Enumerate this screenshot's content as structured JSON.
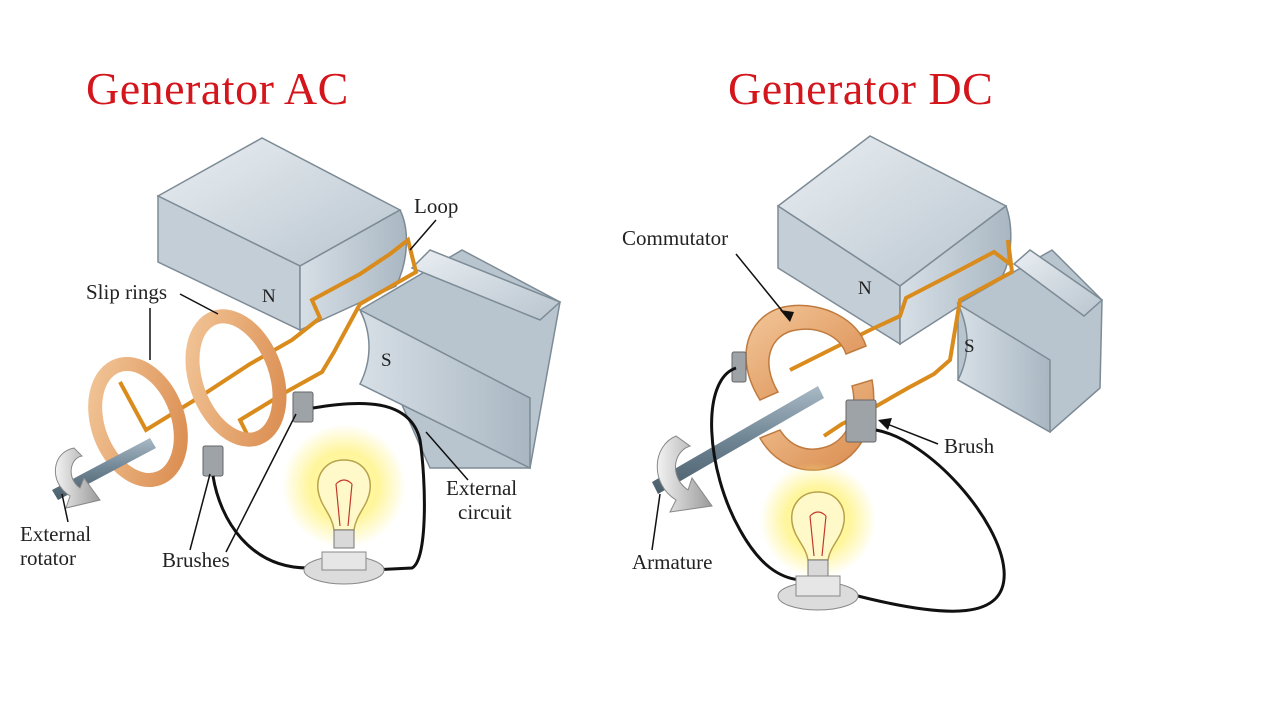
{
  "titles": {
    "ac": "Generator AC",
    "dc": "Generator DC"
  },
  "ac_labels": {
    "loop": "Loop",
    "slip_rings": "Slip rings",
    "north": "N",
    "south": "S",
    "external_rotator_line1": "External",
    "external_rotator_line2": "rotator",
    "brushes": "Brushes",
    "external_circuit_line1": "External",
    "external_circuit_line2": "circuit"
  },
  "dc_labels": {
    "commutator": "Commutator",
    "north": "N",
    "south": "S",
    "brush": "Brush",
    "armature": "Armature"
  },
  "colors": {
    "title": "#d4151c",
    "magnet": "#c9d3dc",
    "ring": "#e8a66a",
    "wire": "#d98b1c",
    "bulb_glow": "#fff27a"
  }
}
